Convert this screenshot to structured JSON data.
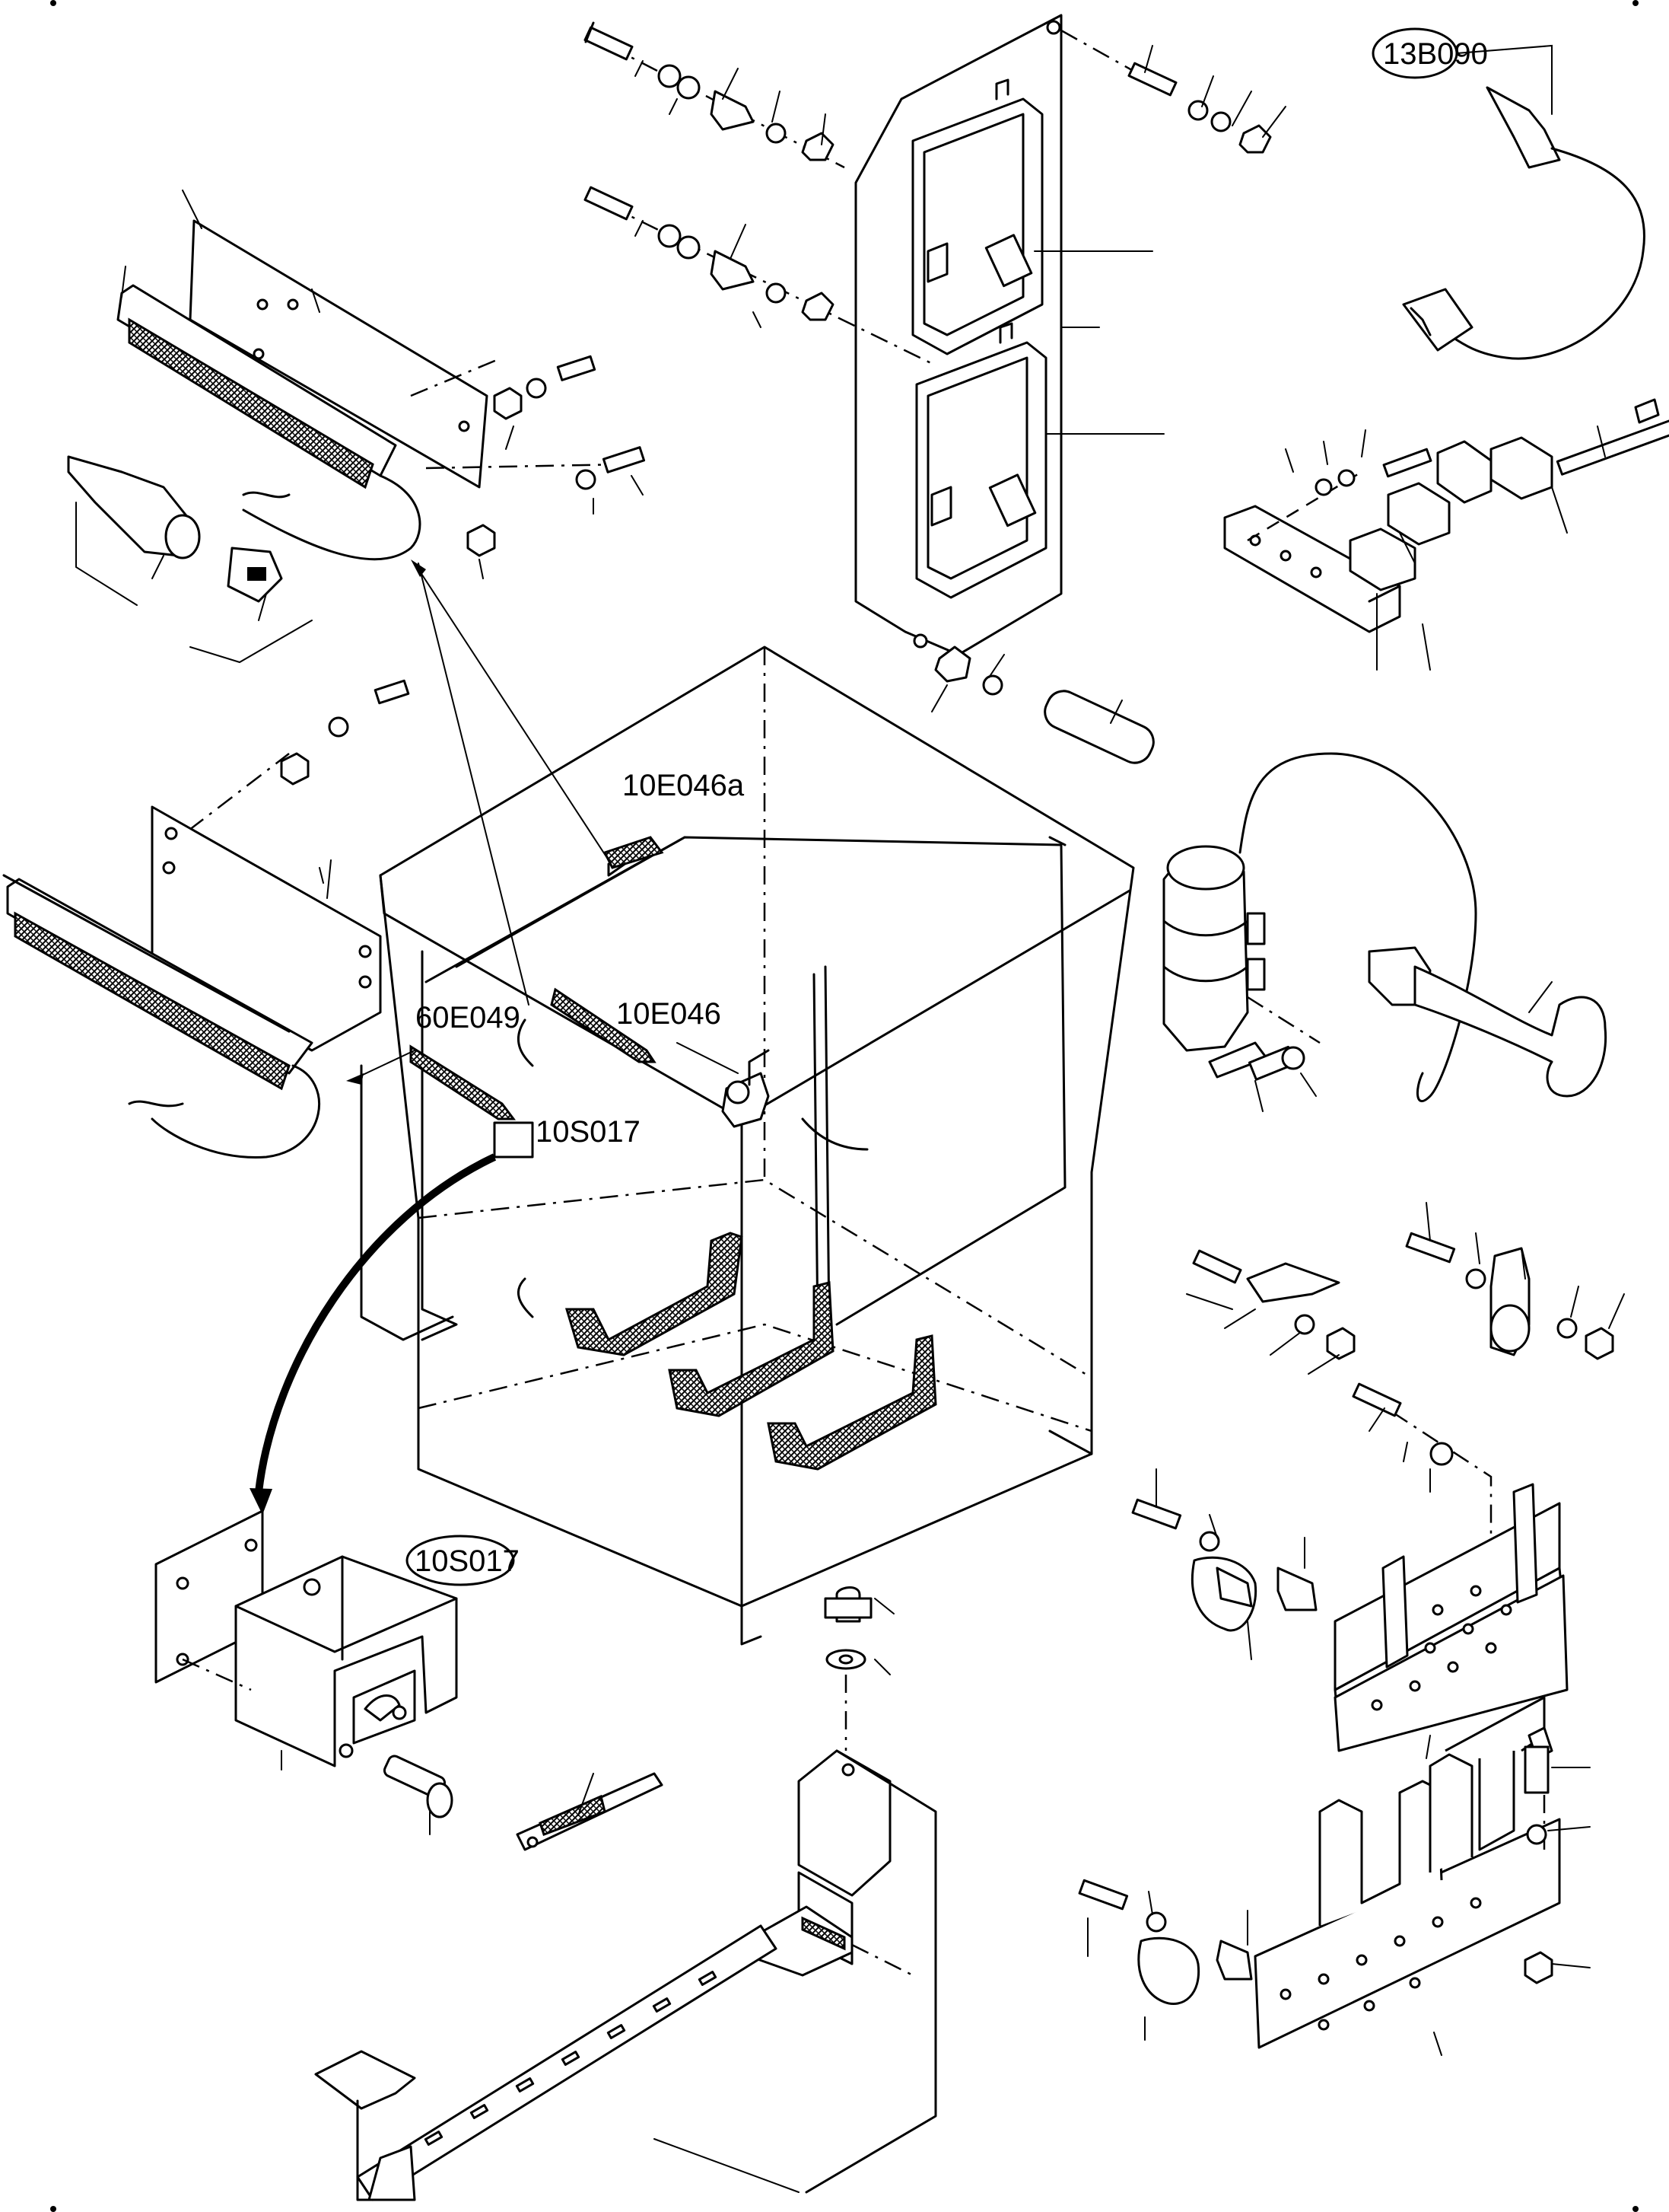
{
  "labels": {
    "part_13B090": "13B090",
    "part_10E046a": "10E046a",
    "part_10E046": "10E046",
    "part_60E049": "60E049",
    "part_10S017_small": "10S017",
    "part_10S017_callout": "10S017"
  }
}
